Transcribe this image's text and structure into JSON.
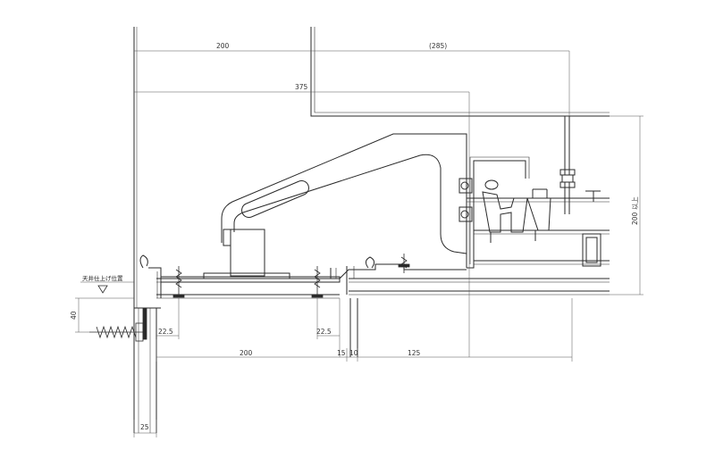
{
  "drawing": {
    "level_label": "天井仕上げ位置",
    "dimensions": {
      "top_left": "200",
      "top_right": "(285)",
      "overall": "375",
      "height_right": "200 以上",
      "offset_40": "40",
      "edge_left": "22.5",
      "edge_right": "22.5",
      "bottom_span": "200",
      "bottom_15": "15",
      "bottom_10": "10",
      "bottom_125": "125",
      "wall_25": "25"
    }
  },
  "colors": {
    "line": "#2a2a2a",
    "dim_line": "#555555",
    "background": "#ffffff"
  }
}
